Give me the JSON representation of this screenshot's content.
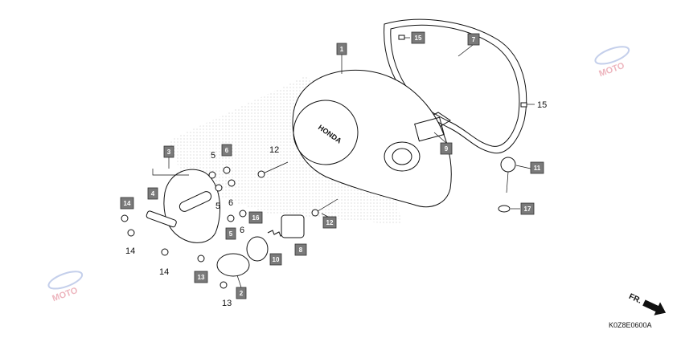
{
  "diagram_code": "K0Z8E0600A",
  "direction_label": "FR.",
  "logo_text": "HONDA",
  "watermark_text": "MOTO",
  "callouts_boxed": [
    "1",
    "2",
    "3",
    "4",
    "5",
    "6",
    "7",
    "8",
    "9",
    "10",
    "11",
    "12",
    "13",
    "14",
    "15",
    "16",
    "17"
  ],
  "callouts_plain": [
    "5",
    "6",
    "5",
    "6",
    "12",
    "14",
    "14",
    "13",
    "15"
  ],
  "colors": {
    "label_box": "#7a7a7a",
    "line": "#111111",
    "watermark": "#e07a8a"
  }
}
